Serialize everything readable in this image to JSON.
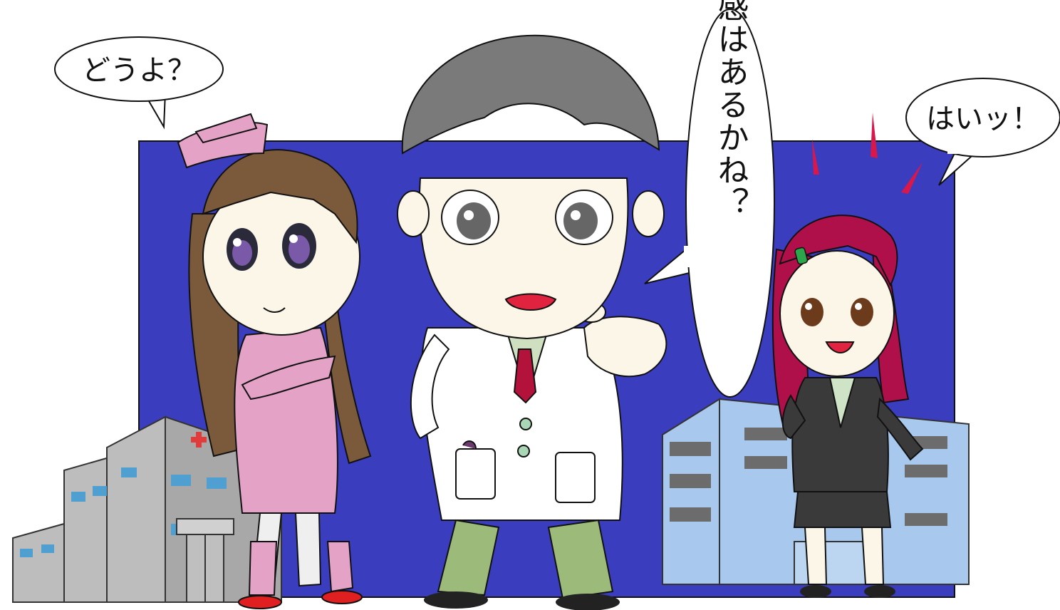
{
  "bubbles": {
    "nurse": "どうよ？",
    "doctor": "君に使命感はあるかね？",
    "student": "はいッ！"
  },
  "colors": {
    "night_sky": "#3b3dbf",
    "nurse_uniform": "#e4a3c6",
    "nurse_hair": "#7b5a3c",
    "doctor_hair": "#7a7a7a",
    "doctor_coat": "#ffffff",
    "doctor_pants": "#9cbb7a",
    "student_hair": "#b0104a",
    "student_suit": "#3a3a3a",
    "hospital_gray": "#a8a8a8",
    "office_blue": "#a9c8ee",
    "window_blue": "#4fa0d0",
    "red_cross": "#e23b3b",
    "emphasis_red": "#d8174a"
  },
  "icons": [
    "red-cross-icon",
    "emphasis-marks"
  ]
}
